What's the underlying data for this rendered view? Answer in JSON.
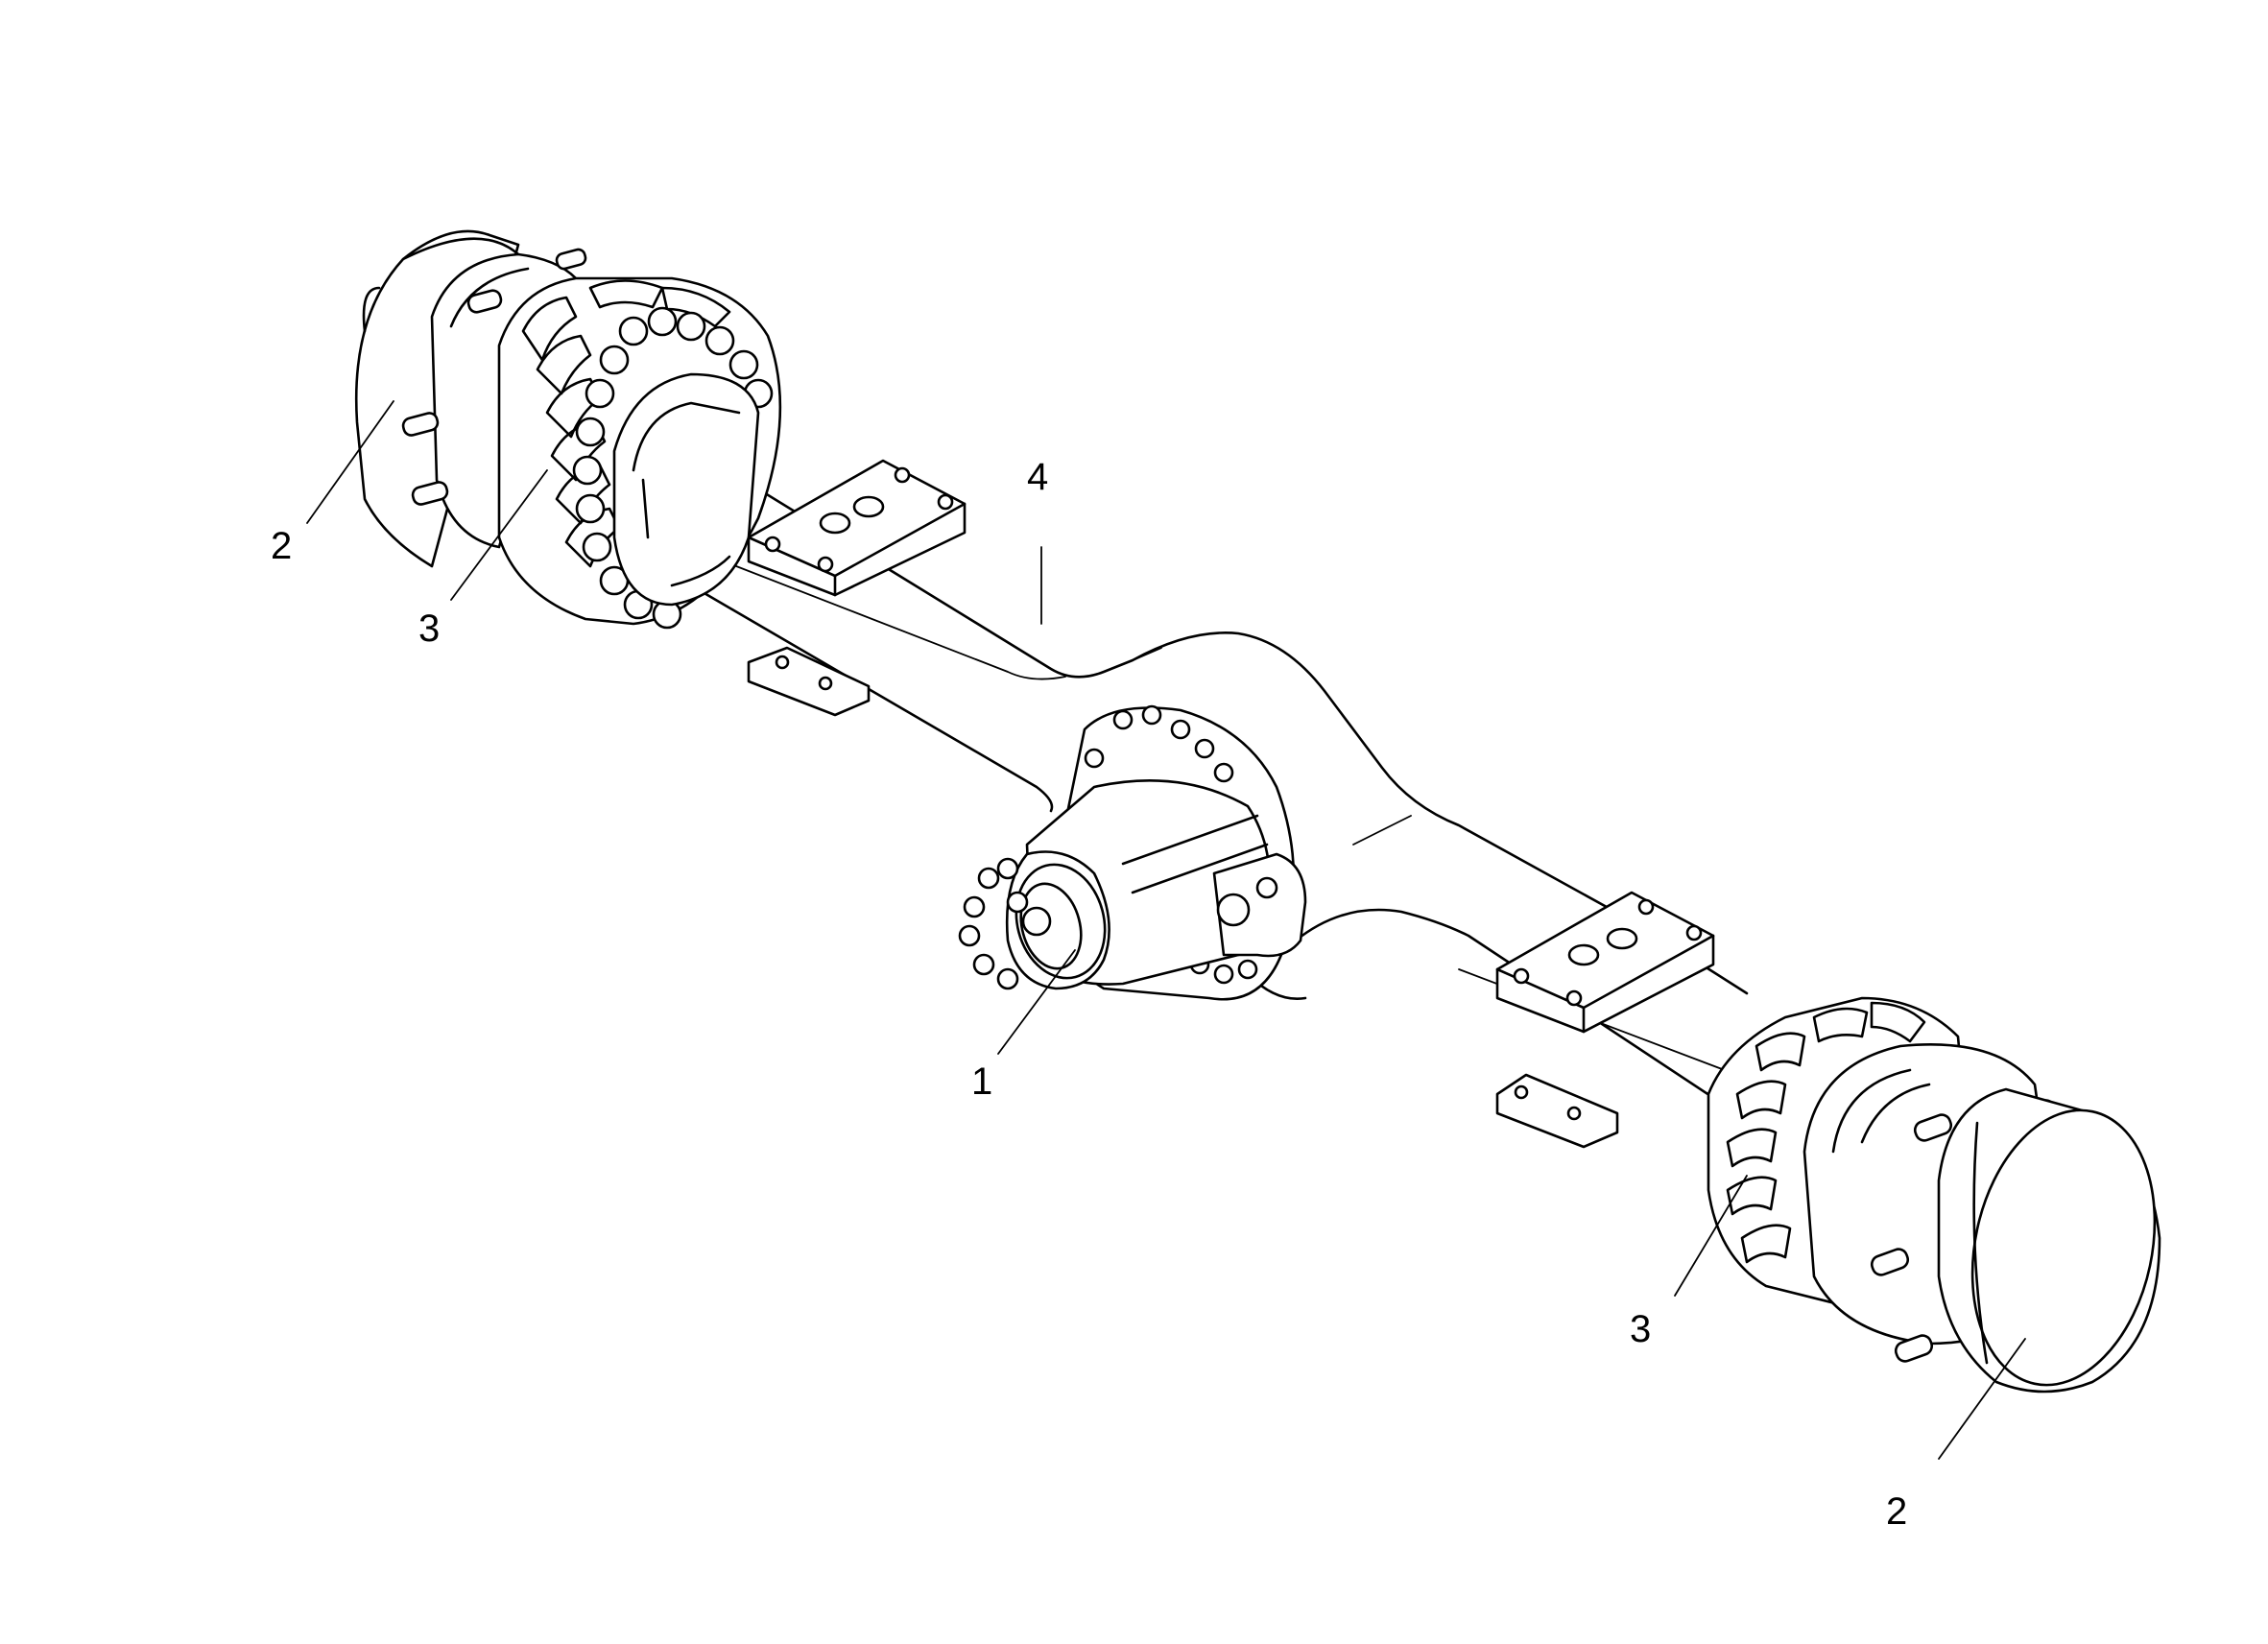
{
  "diagram": {
    "components": [
      {
        "id": "drive-flange",
        "callout": "1"
      },
      {
        "id": "hub-cover",
        "callout": "2"
      },
      {
        "id": "planetary-housing",
        "callout": "3"
      },
      {
        "id": "axle-housing",
        "callout": "4"
      }
    ],
    "callouts": {
      "c1": "1",
      "c2_left": "2",
      "c2_right": "2",
      "c3_left": "3",
      "c3_right": "3",
      "c4": "4"
    }
  }
}
